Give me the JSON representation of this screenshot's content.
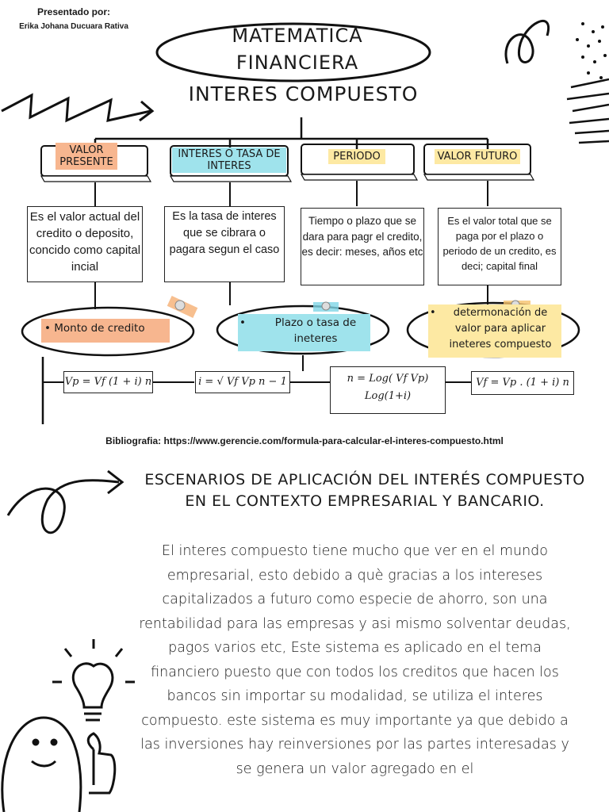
{
  "author": {
    "presented_by": "Presentado por:",
    "name": "Erika Johana Ducuara Rativa"
  },
  "title": {
    "line1": "MATEMATICA",
    "line2": "FINANCIERA"
  },
  "subtitle": "INTERES COMPUESTO",
  "categories": [
    {
      "label": "VALOR PRESENTE",
      "highlight": "#f7b68f"
    },
    {
      "label": "INTERES O TASA DE INTERES",
      "highlight": "#9fe3ec"
    },
    {
      "label": "PERIODO",
      "highlight": "#fde9a3"
    },
    {
      "label": "VALOR FUTURO",
      "highlight": "#fde9a3"
    }
  ],
  "descriptions": [
    "Es el valor actual del credito o deposito, concido como capital incial",
    "Es la tasa de interes que se cibrara o pagara segun el caso",
    "Tiempo o plazo que se dara para pagr el credito, es decir: meses, años etc",
    "Es el valor total que se paga por el plazo o periodo de un credito, es deci; capital final"
  ],
  "pills": [
    {
      "text": "Monto de credito",
      "highlight": "#f7b68f"
    },
    {
      "text": "Plazo o tasa de ineteres",
      "highlight": "#9fe3ec"
    },
    {
      "text": "determonación de valor para aplicar ineteres compuesto",
      "highlight": "#fde9a3"
    }
  ],
  "formulas": [
    "Vp = Vf (1 + i) n",
    "i = √ Vf Vp n − 1",
    "n = Log( Vf Vp) Log(1+i)",
    "Vf = Vp . (1 + i) n"
  ],
  "bibliography": "Bibliografia: https://www.gerencie.com/formula-para-calcular-el-interes-compuesto.html",
  "section": {
    "title": "ESCENARIOS DE APLICACIÓN DEL INTERÉS COMPUESTO EN EL CONTEXTO EMPRESARIAL Y BANCARIO.",
    "paragraph": "El interes compuesto tiene mucho que ver en el mundo empresarial, esto debido a què gracias a los intereses capitalizados a futuro como especie de ahorro, son una rentabilidad para las empresas y asi mismo solventar deudas, pagos varios etc,  Este sistema es aplicado en el tema financiero puesto que con todos los creditos que hacen los bancos sin importar su modalidad, se utiliza el interes compuesto. este sistema es muy importante ya que debido a las inversiones hay reinversiones por las partes interesadas y se genera un valor agregado en el"
  }
}
